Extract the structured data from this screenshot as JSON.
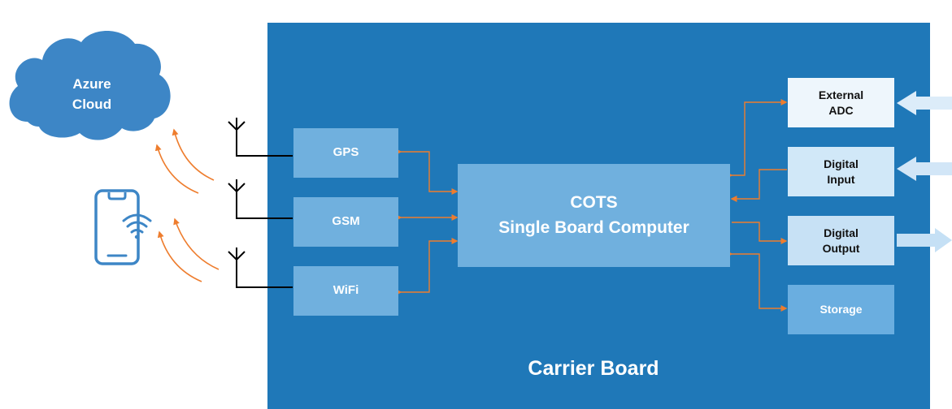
{
  "cloud": {
    "title_line1": "Azure",
    "title_line2": "Cloud"
  },
  "carrier_board": {
    "title": "Carrier Board"
  },
  "modules": {
    "gps": "GPS",
    "gsm": "GSM",
    "wifi": "WiFi"
  },
  "sbc": {
    "line1": "COTS",
    "line2": "Single Board Computer"
  },
  "io": {
    "external_adc_line1": "External",
    "external_adc_line2": "ADC",
    "digital_input_line1": "Digital",
    "digital_input_line2": "Input",
    "digital_output_line1": "Digital",
    "digital_output_line2": "Output",
    "storage": "Storage"
  },
  "colors": {
    "board": "#1f78b8",
    "module": "#70b0de",
    "connector": "#ee7d2e",
    "cloud": "#3d86c6",
    "phone": "#3d86c6"
  },
  "icons": [
    "cloud-icon",
    "smartphone-icon",
    "antenna-icon",
    "wireless-signal-icon",
    "arrow-icon"
  ]
}
